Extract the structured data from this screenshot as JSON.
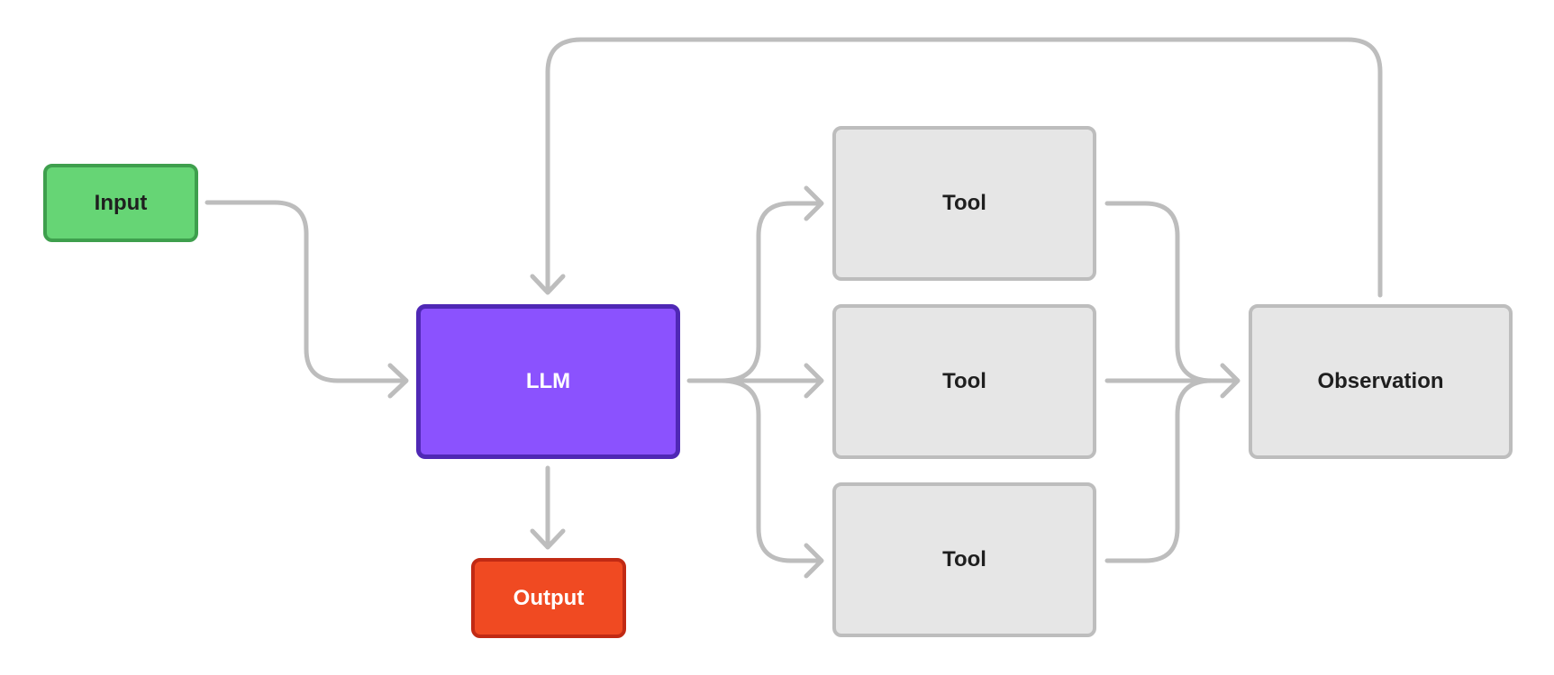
{
  "nodes": {
    "input": "Input",
    "llm": "LLM",
    "output": "Output",
    "tools": [
      "Tool",
      "Tool",
      "Tool"
    ],
    "observation": "Observation"
  },
  "colors": {
    "input_fill": "#66d575",
    "input_border": "#3e9f4d",
    "llm_fill": "#8b52fe",
    "llm_border": "#4f28b5",
    "output_fill": "#f04a22",
    "output_border": "#c12a14",
    "tool_fill": "#e6e6e6",
    "tool_border": "#bdbdbd",
    "connector": "#bdbdbd"
  }
}
